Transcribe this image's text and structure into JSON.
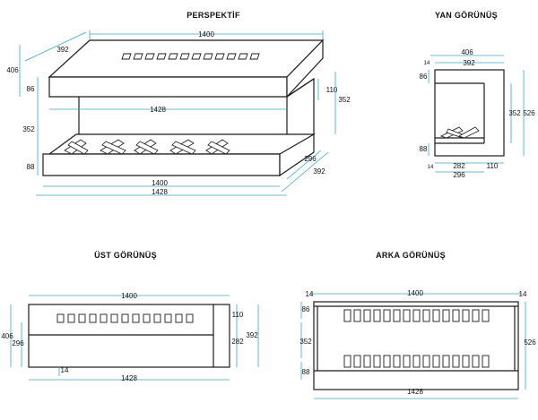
{
  "titles": {
    "perspective": "PERSPEKTİF",
    "side": "YAN GÖRÜNÜŞ",
    "top": "ÜST GÖRÜNÜŞ",
    "back": "ARKA  GÖRÜNÜŞ"
  },
  "perspective": {
    "width_top": "1400",
    "depth_top": "392",
    "height_total": "406",
    "top_band": "86",
    "front_height": "352",
    "inner_width": "1428",
    "right_110": "110",
    "right_352": "352",
    "bottom_band": "88",
    "width_bottom": "1400",
    "width_bottom_outer": "1428",
    "depth_296": "296",
    "depth_392": "392"
  },
  "side": {
    "top_406": "406",
    "top_392": "392",
    "top_14": "14",
    "left_86": "86",
    "right_352": "352",
    "right_526": "526",
    "left_88": "88",
    "bottom_14": "14",
    "bottom_282": "282",
    "bottom_110": "110",
    "bottom_296": "296"
  },
  "top_view": {
    "width": "1400",
    "left_406": "406",
    "left_296": "296",
    "right_110": "110",
    "right_282": "282",
    "right_392": "392",
    "inner_14": "14",
    "bottom_1428": "1428"
  },
  "back_view": {
    "top_14_left": "14",
    "width": "1400",
    "top_14_right": "14",
    "left_86": "86",
    "left_352": "352",
    "left_88": "88",
    "right_526": "526",
    "bottom_1428": "1428"
  }
}
